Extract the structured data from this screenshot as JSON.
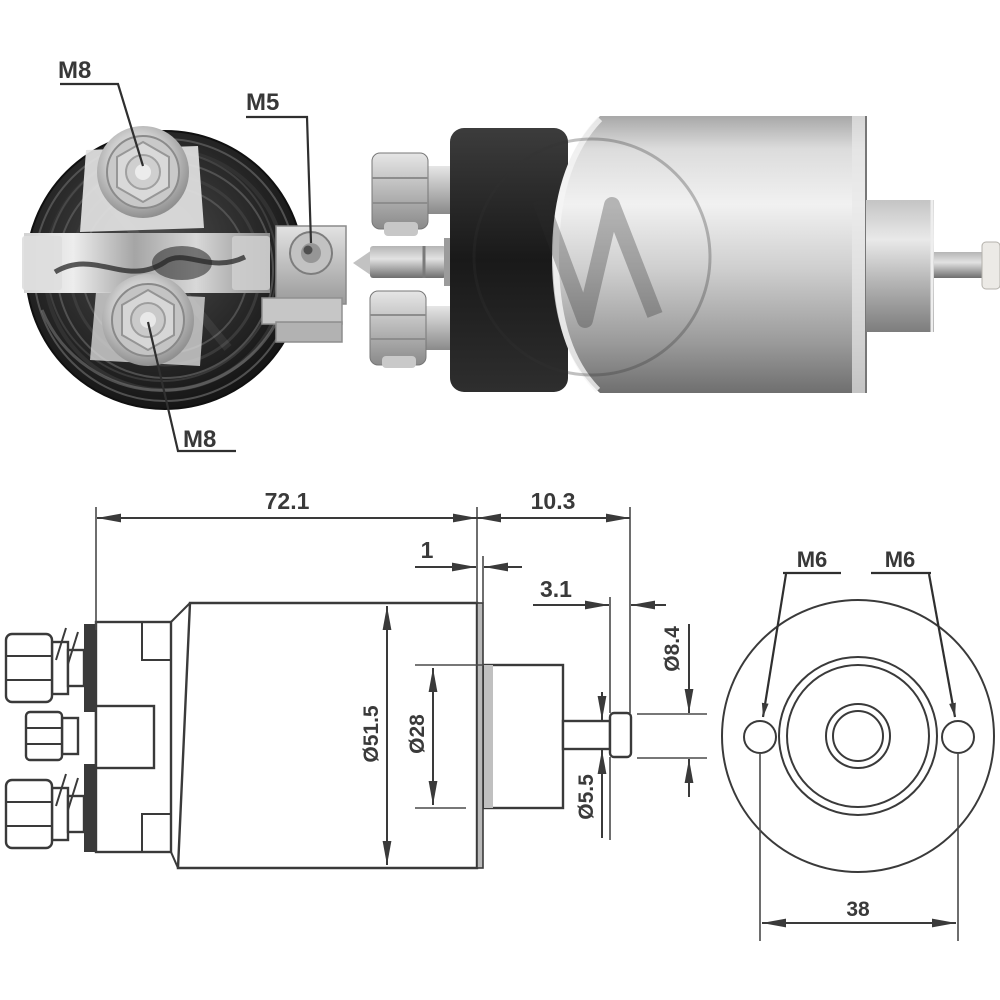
{
  "background": "#ffffff",
  "line_color": "#3a3a3a",
  "end_view": {
    "m8_top": "M8",
    "m5_side": "M5",
    "m8_bottom": "M8"
  },
  "side_drawing": {
    "overall_length": "72.1",
    "protrusion": "10.3",
    "flange_thickness": "1",
    "tip_length": "3.1",
    "tip_dia": "Ø8.4",
    "body_dia": "Ø51.5",
    "boss_dia": "Ø28",
    "shaft_dia": "Ø5.5"
  },
  "front_drawing": {
    "m6_left": "M6",
    "m6_right": "M6",
    "hole_spacing": "38"
  }
}
